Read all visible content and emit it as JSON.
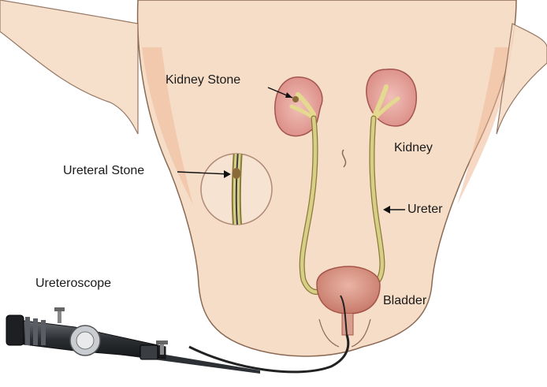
{
  "labels": {
    "kidney_stone": "Kidney Stone",
    "ureteral_stone": "Ureteral Stone",
    "kidney": "Kidney",
    "ureter": "Ureter",
    "ureteroscope": "Ureteroscope",
    "bladder": "Bladder"
  },
  "colors": {
    "skin": "#f6ddc7",
    "skin_shadow": "#eeb896",
    "outline": "#8a6a55",
    "kidney": "#e7a39b",
    "kidney_inner": "#d17a74",
    "ureter": "#d8cf86",
    "bladder": "#e0a08f",
    "scope_body": "#3a3d42",
    "scope_metal": "#c9ccd0",
    "cable": "#222222"
  }
}
